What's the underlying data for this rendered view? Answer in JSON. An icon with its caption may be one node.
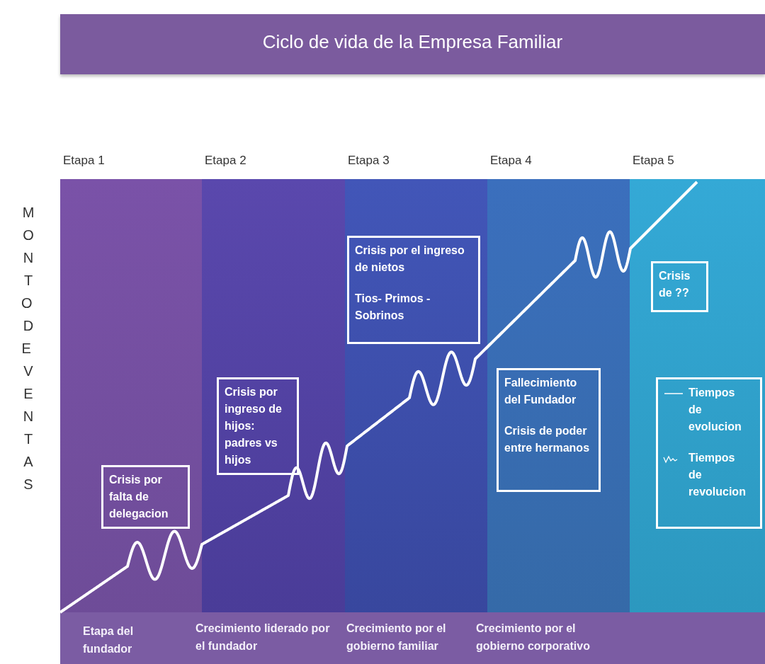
{
  "diagram": {
    "title": "Ciclo de vida de la Empresa Familiar",
    "nodes": [
      {
        "text": [
          "Etapa 1"
        ]
      },
      {
        "text": [
          "Etapa 2"
        ]
      },
      {
        "text": [
          "Etapa 3"
        ]
      },
      {
        "text": [
          "Etapa 4"
        ]
      },
      {
        "text": [
          "Etapa 5"
        ]
      },
      {
        "text": [
          "Crisis por falta de delegacion"
        ],
        "in": 0
      },
      {
        "text": [
          "Crisis por ingreso de hijos: padres vs hijos"
        ],
        "in": 1
      },
      {
        "text": [
          "Crisis por el ingreso de nietos",
          "Tios- Primos - Sobrinos"
        ],
        "in": 2
      },
      {
        "text": [
          "Fallecimiento del Fundador",
          "Crisis de poder entre hermanos"
        ],
        "in": 3
      },
      {
        "text": [
          "Crisis de ??"
        ],
        "in": 4
      }
    ],
    "labels": [
      "MONTO DE VENTAS",
      "Etapa del fundador",
      "Crecimiento liderado por el fundador",
      "Crecimiento por el gobierno familiar",
      "Crecimiento por el gobierno corporativo"
    ],
    "legend": [
      {
        "text": "Tiempos de evolucion"
      },
      {
        "text": "Tiempos de revolucion"
      }
    ]
  }
}
